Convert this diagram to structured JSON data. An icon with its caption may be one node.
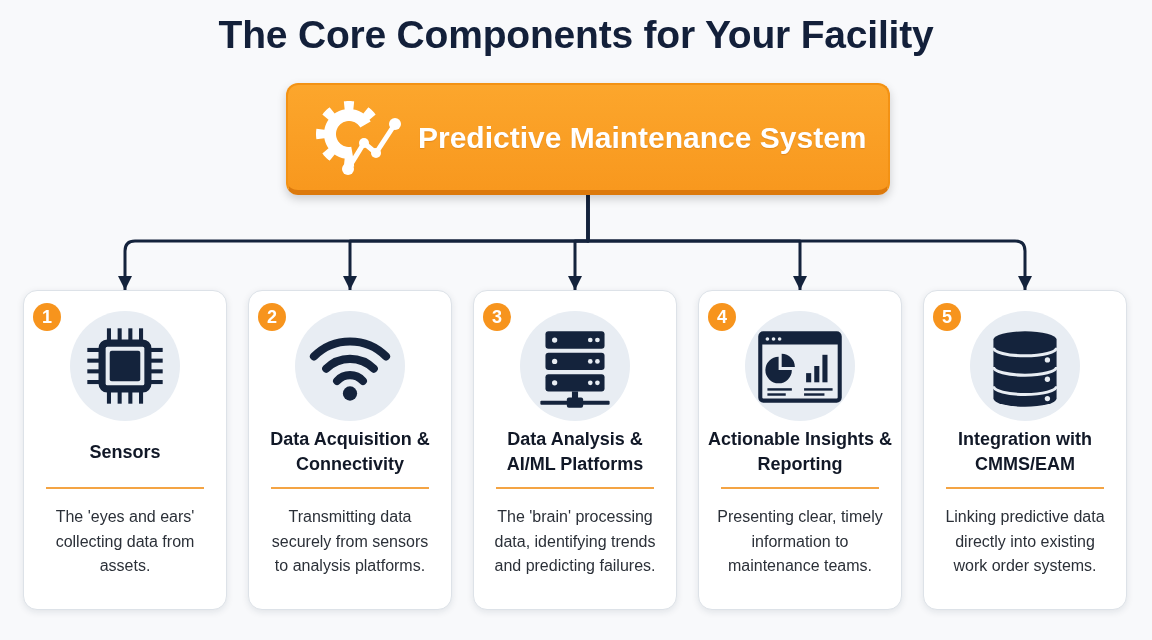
{
  "diagram": {
    "title": "The Core Components for Your Facility",
    "nodes": [
      {
        "text": [
          "Predictive Maintenance System"
        ]
      },
      {
        "text": [
          "1",
          "Sensors",
          "The 'eyes and ears' collecting data from assets."
        ]
      },
      {
        "text": [
          "2",
          "Data Acquisition & Connectivity",
          "Transmitting data securely from sensors to analysis platforms."
        ]
      },
      {
        "text": [
          "3",
          "Data Analysis & AI/ML Platforms",
          "The 'brain' processing data, identifying trends and predicting failures."
        ]
      },
      {
        "text": [
          "4",
          "Actionable Insights & Reporting",
          "Presenting clear, timely information to maintenance teams."
        ]
      },
      {
        "text": [
          "5",
          "Integration with CMMS/EAM",
          "Linking predictive data directly into existing work order systems."
        ]
      }
    ],
    "edges": [
      {
        "from": 0,
        "to": 1,
        "arrow": "to"
      },
      {
        "from": 0,
        "to": 2,
        "arrow": "to"
      },
      {
        "from": 0,
        "to": 3,
        "arrow": "to"
      },
      {
        "from": 0,
        "to": 4,
        "arrow": "to"
      },
      {
        "from": 0,
        "to": 5,
        "arrow": "to"
      }
    ]
  }
}
